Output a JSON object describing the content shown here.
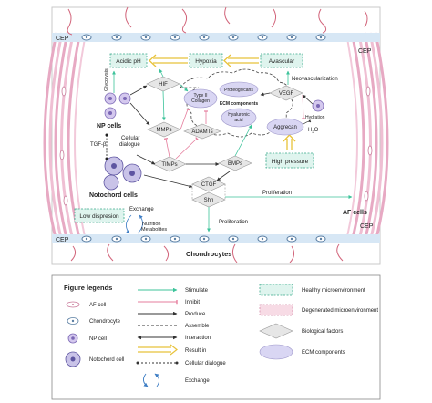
{
  "labels": {
    "cep_top_left": "CEP",
    "cep_top_right": "CEP",
    "cep_bottom_left": "CEP",
    "cep_bottom_right": "CEP",
    "acidic_ph": "Acidic pH",
    "hypoxia": "Hypoxia",
    "avascular": "Avascular",
    "glycolysis": "Glycolysis",
    "hif": "HIF",
    "neovascularization": "Neovascularization",
    "vegf": "VEGF",
    "type2_collagen_1": "Type II",
    "type2_collagen_2": "Collagen",
    "proteoglycans": "Proteoglycans",
    "ecm_components": "ECM components",
    "hyaluronic_acid_1": "Hyaluronic",
    "hyaluronic_acid_2": "acid",
    "aggrecan": "Aggrecan",
    "hydration": "Hydration",
    "h2o": "H",
    "h2o_sub": "2",
    "h2o_end": "O",
    "np_cells": "NP cells",
    "mmps": "MMPs",
    "adamts": "ADAMTs",
    "tgf_beta": "TGF-β",
    "cellular_dialogue_1": "Cellular",
    "cellular_dialogue_2": "dialogue",
    "timps": "TIMPs",
    "bmps": "BMPs",
    "high_pressure": "High pressure",
    "notochord_cells": "Notochord cells",
    "ctgf": "CTGF",
    "shh": "Shh",
    "proliferation_1": "Proliferation",
    "proliferation_2": "Proliferation",
    "af_cells": "AF cells",
    "exchange": "Exchange",
    "low_dispersion": "Low dispresion",
    "nutrition": "Nutrition",
    "metabolites": "Metabolites",
    "chondrocytes": "Chondrocytes"
  },
  "legend": {
    "title": "Figure legends",
    "cells": [
      "AF cell",
      "Chondrocyte",
      "NP cell",
      "Notochord cell"
    ],
    "arrows": [
      "Stimulate",
      "Inhibit",
      "Produce",
      "Assemble",
      "Interaction",
      "Result in",
      "Cellular dialogue",
      "Exchange"
    ],
    "keys": [
      "Healthy microenvironment",
      "Degenerated microenvironment",
      "Biological factors",
      "ECM components"
    ]
  },
  "colors": {
    "stimulate": "#3cc39a",
    "inhibit": "#e57c9c",
    "healthy_fill": "#dff4ee",
    "healthy_border": "#3aa88a",
    "degenerated_fill": "#f7dbe5",
    "degenerated_border": "#d48aa8",
    "factor_fill": "#e6e6e6",
    "ecm_fill": "#d9d6f3",
    "result_in": "#e8c23a",
    "cep": "#d7e7f5",
    "af_ring": "#eab3cc"
  }
}
